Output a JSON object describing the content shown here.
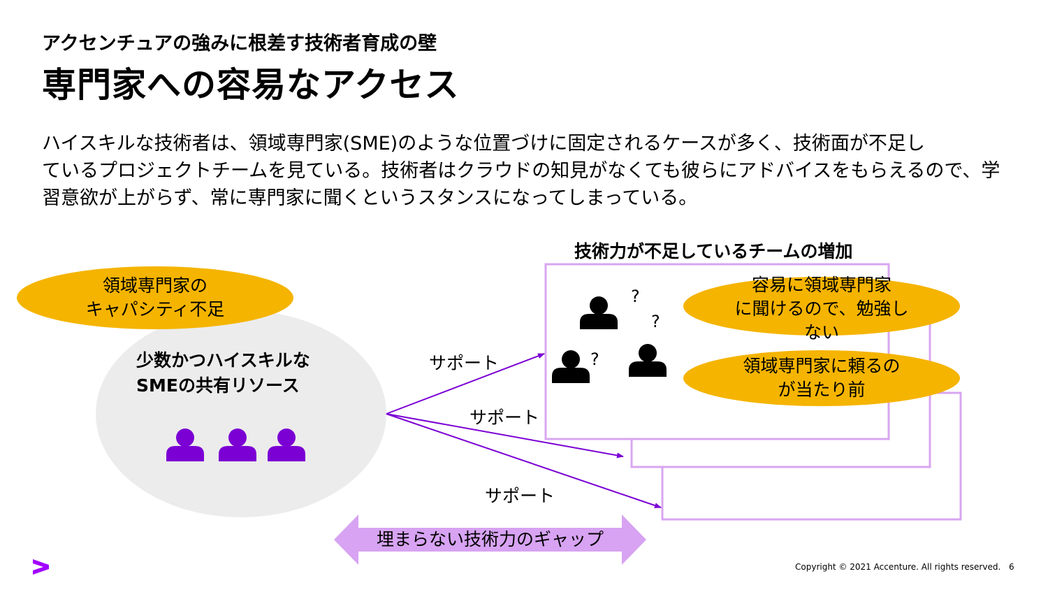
{
  "slide": {
    "subtitle": "アクセンチュアの強みに根差す技術者育成の壁",
    "title": "専門家への容易なアクセス",
    "body_lines": [
      "ハイスキルな技術者は、領域専門家(SME)のような位置づけに固定されるケースが多く、技術面が不足し",
      "ているプロジェクトチームを見ている。技術者はクラウドの知見がなくても彼らにアドバイスをもらえるので、学",
      "習意欲が上がらず、常に専門家に聞くというスタンスになってしまっている。"
    ]
  },
  "diagram": {
    "capacity_bubble": [
      "領域専門家の",
      "キャパシティ不足"
    ],
    "sme_pool": [
      "少数かつハイスキルな",
      "SMEの共有リソース"
    ],
    "support_labels": [
      "サポート",
      "サポート",
      "サポート"
    ],
    "team_header": "技術力が不足しているチームの増加",
    "question_mark": "?",
    "bubble_easy": [
      "容易に領域専門家",
      "に聞けるので、勉強し",
      "ない"
    ],
    "bubble_depend": [
      "領域専門家に頼るの",
      "が当たり前"
    ],
    "gap_label": "埋まらない技術力のギャップ"
  },
  "colors": {
    "purple": "#7b00d4",
    "light_purple": "#d8a6f0",
    "gap_arrow": "#d7a3f2",
    "gold": "#f5b400",
    "grey": "#ececec",
    "brand": "#a100ff"
  },
  "footer": {
    "copyright": "Copyright © 2021 Accenture. All rights reserved.",
    "page": "6"
  }
}
